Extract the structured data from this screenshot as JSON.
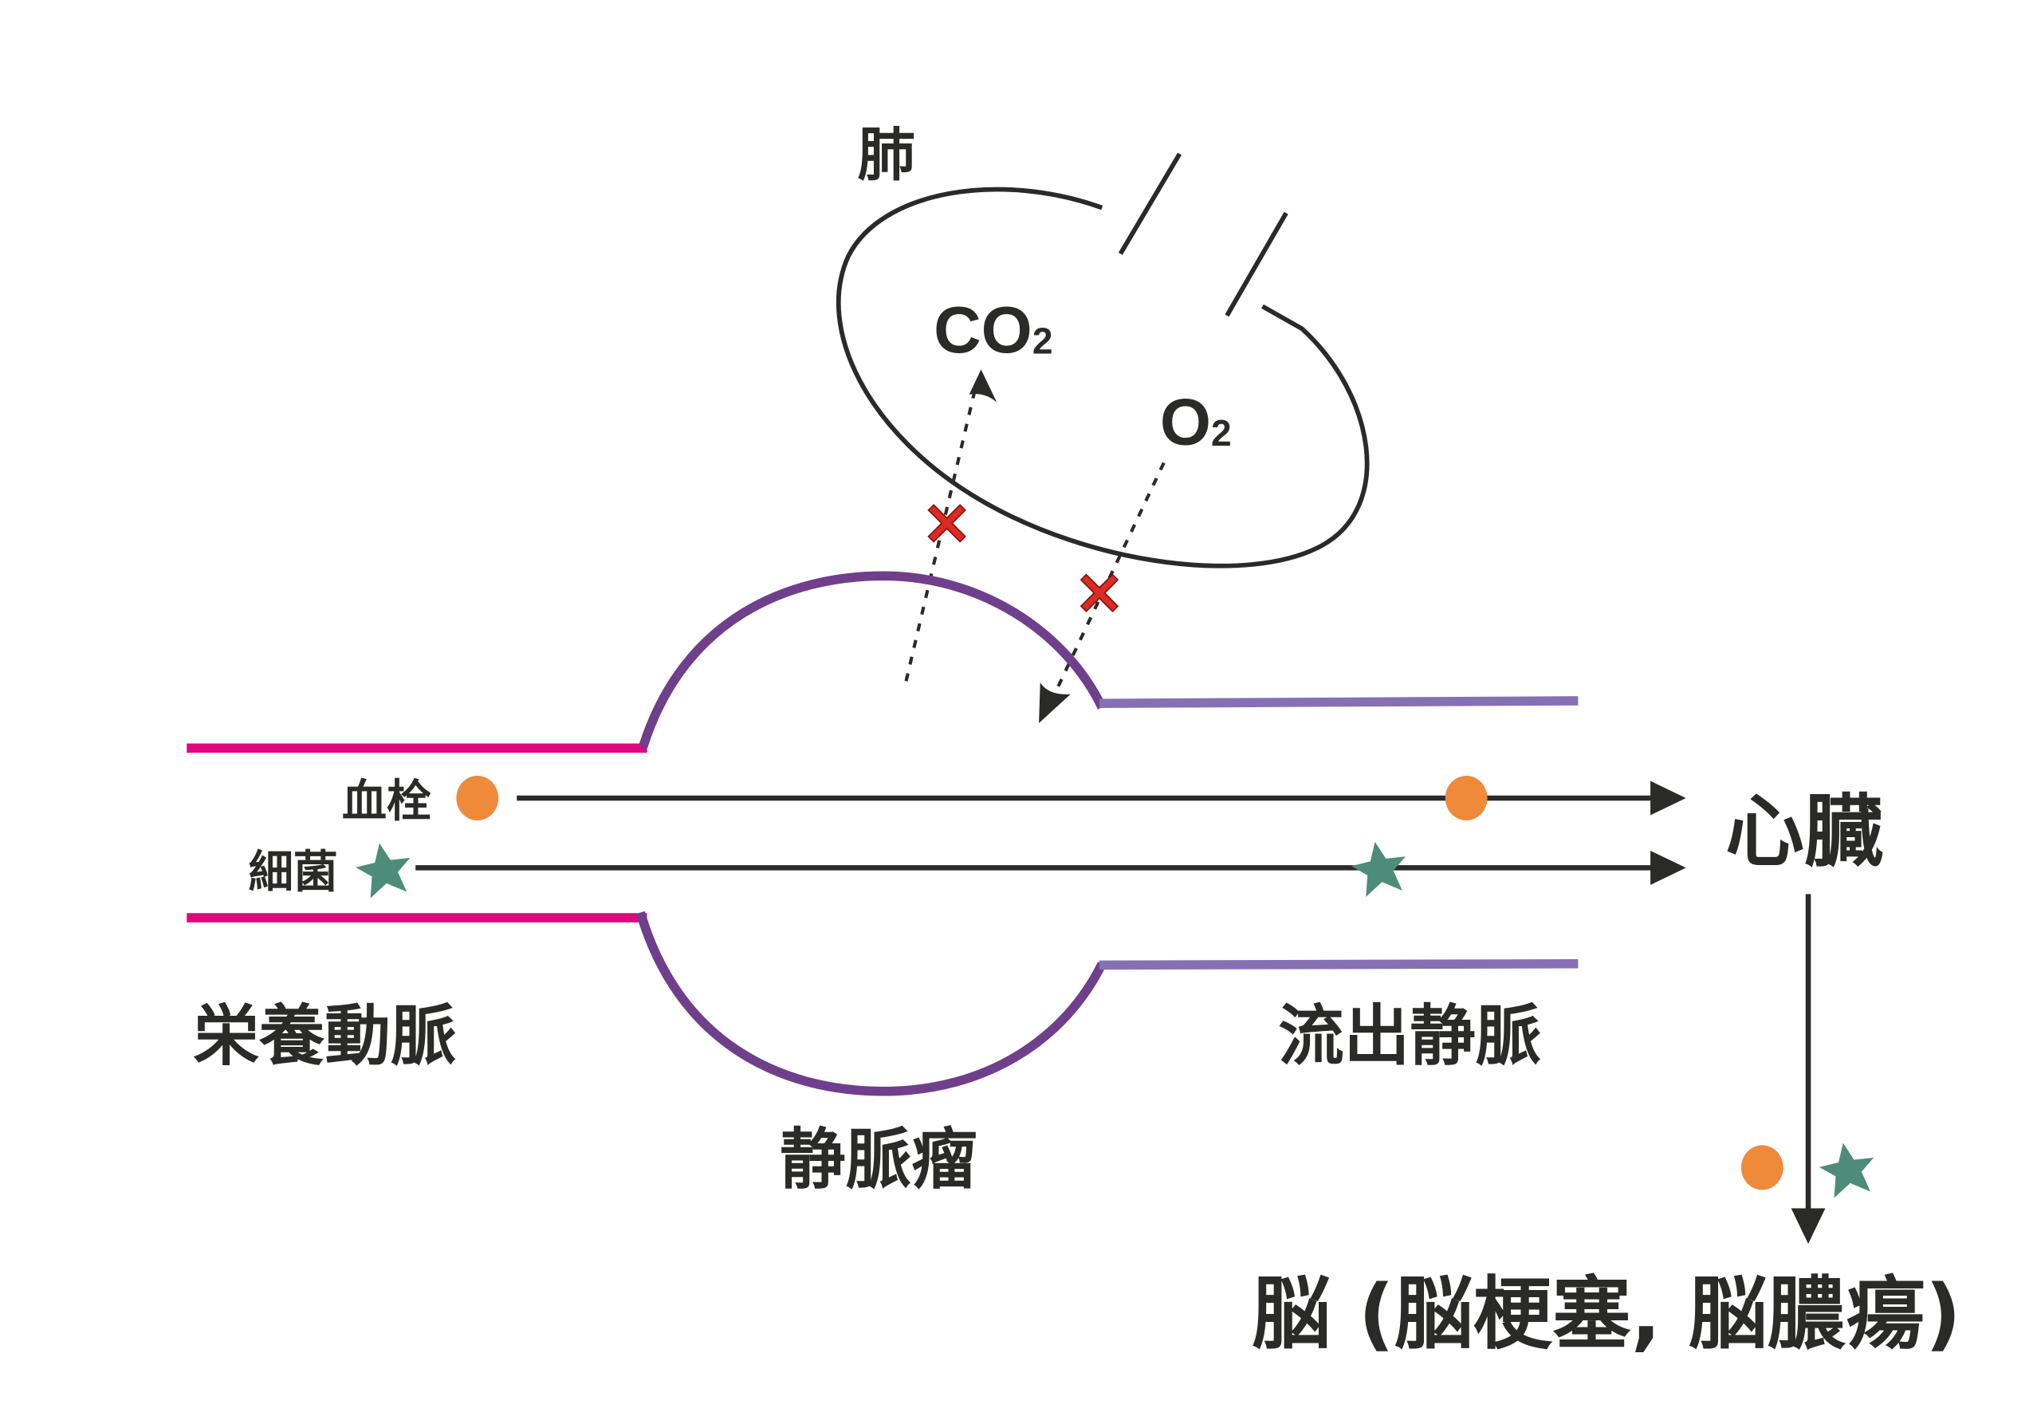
{
  "labels": {
    "lung": "肺",
    "co2_main": "CO",
    "co2_sub": "2",
    "o2_main": "O",
    "o2_sub": "2",
    "thrombus": "血栓",
    "bacteria": "細菌",
    "heart": "心臓",
    "feeding_artery": "栄養動脈",
    "varix": "静脈瘤",
    "draining_vein": "流出静脈",
    "brain": "脳 (脳梗塞, 脳膿瘍)"
  },
  "colors": {
    "feeding_artery": "#E0087F",
    "varix": "#6F3F8C",
    "draining_vein": "#8670B4",
    "thrombus": "#EE8A3A",
    "bacteria": "#4E8C7A",
    "blocked_mark": "#DD2A22",
    "ink": "#2A2A28"
  },
  "icons": {
    "thrombus": "orange-circle",
    "bacteria": "green-star",
    "blocked": "red-cross"
  }
}
